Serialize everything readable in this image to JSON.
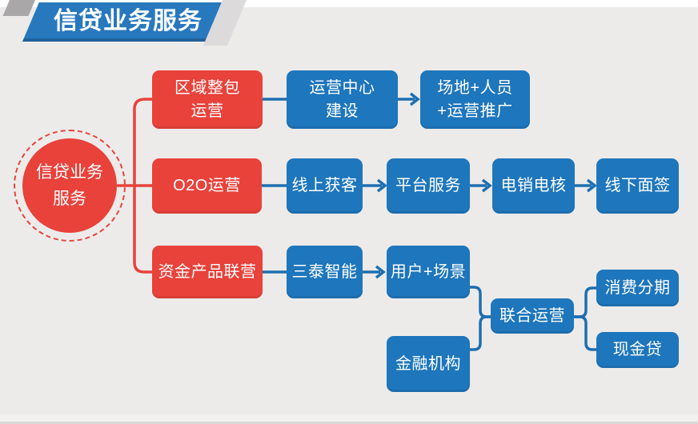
{
  "title": "信贷业务服务",
  "root_node": {
    "line1": "信贷业务",
    "line2": "服务"
  },
  "nodes": {
    "regional_package": {
      "line1": "区域整包",
      "line2": "运营"
    },
    "ops_center": {
      "line1": "运营中心",
      "line2": "建设"
    },
    "site_staff": {
      "line1": "场地+人员",
      "line2": "+运营推广"
    },
    "o2o": {
      "line1": "O2O运营"
    },
    "online_acquisition": {
      "line1": "线上获客"
    },
    "platform_service": {
      "line1": "平台服务"
    },
    "telesales_check": {
      "line1": "电销电核"
    },
    "offline_signing": {
      "line1": "线下面签"
    },
    "funding_joint": {
      "line1": "资金产品联营"
    },
    "santai_smart": {
      "line1": "三泰智能"
    },
    "user_scenario": {
      "line1": "用户+场景"
    },
    "financial_institution": {
      "line1": "金融机构"
    },
    "joint_operation": {
      "line1": "联合运营"
    },
    "consumer_installment": {
      "line1": "消费分期"
    },
    "cash_loan": {
      "line1": "现金贷"
    }
  },
  "colors": {
    "background": "#ecebea",
    "banner_blue": "#2878be",
    "box_red": "#e8423b",
    "box_blue": "#1e76bc",
    "connector_blue": "#1e6fb0",
    "connector_red": "#e8423b",
    "wedge_dark_gray": "#a9a7a7",
    "wedge_light_gray": "#dcdada",
    "text_white": "#ffffff"
  }
}
